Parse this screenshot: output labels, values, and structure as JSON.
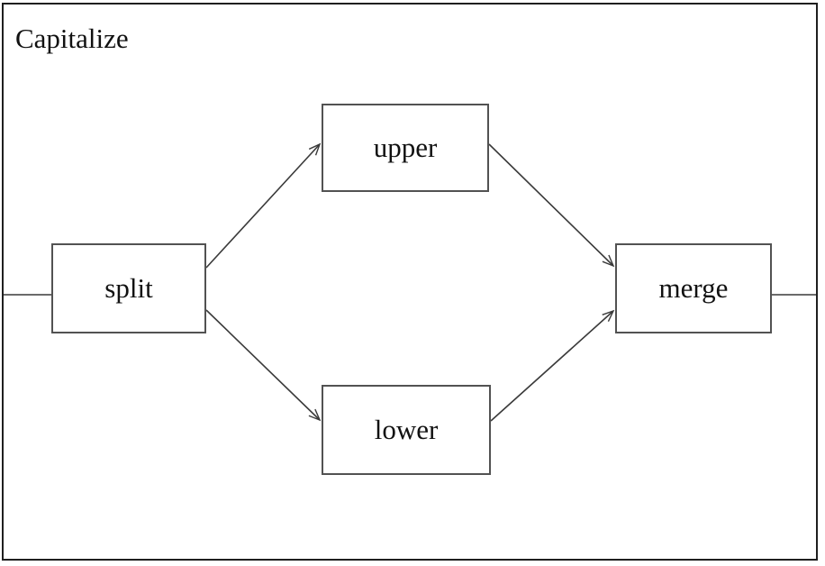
{
  "diagram": {
    "title": "Capitalize",
    "nodes": [
      {
        "id": "split",
        "label": "split"
      },
      {
        "id": "upper",
        "label": "upper"
      },
      {
        "id": "lower",
        "label": "lower"
      },
      {
        "id": "merge",
        "label": "merge"
      }
    ],
    "edges": [
      {
        "from": "frame-left-border",
        "to": "split",
        "style": "plain-line"
      },
      {
        "from": "split",
        "to": "upper",
        "style": "arrow"
      },
      {
        "from": "split",
        "to": "lower",
        "style": "arrow"
      },
      {
        "from": "upper",
        "to": "merge",
        "style": "arrow"
      },
      {
        "from": "lower",
        "to": "merge",
        "style": "arrow"
      },
      {
        "from": "merge",
        "to": "frame-right-border",
        "style": "plain-line"
      }
    ],
    "colors": {
      "frame_border": "#1f1f1f",
      "node_border": "#525252",
      "edge_line": "#3a3a3a",
      "text": "#111111",
      "background": "#ffffff"
    }
  }
}
